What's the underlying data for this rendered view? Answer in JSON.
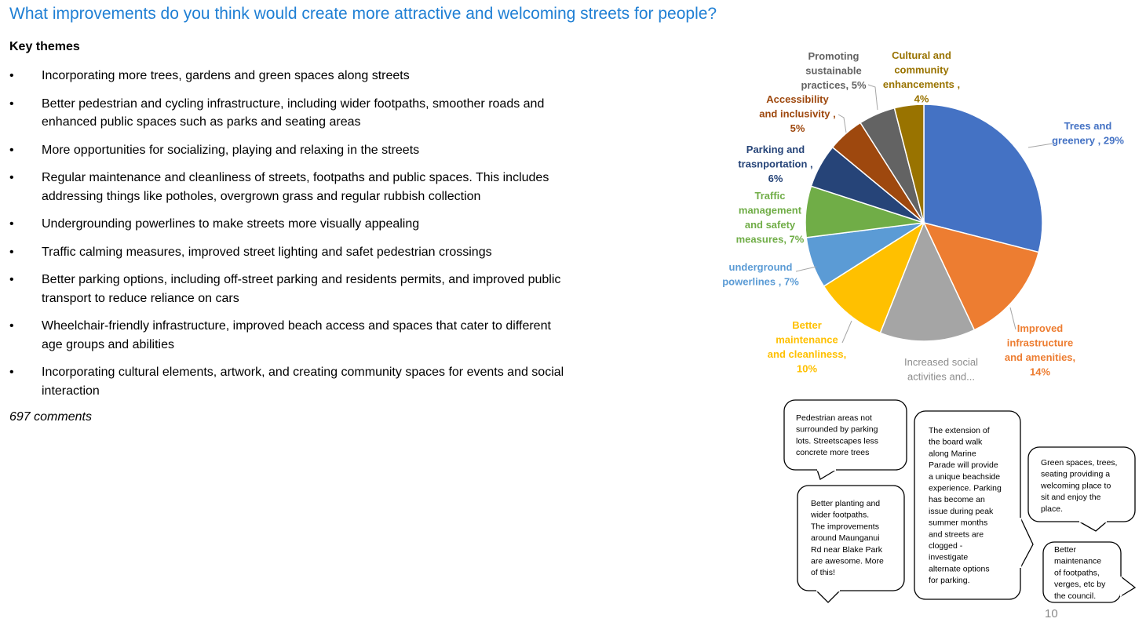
{
  "title": "What improvements do you think would create more attractive and welcoming streets for people?",
  "section_heading": "Key themes",
  "bullet": "•",
  "themes": [
    [
      "Incorporating more trees, gardens and green spaces along streets"
    ],
    [
      "Better pedestrian and cycling infrastructure, including wider footpaths, smoother roads and",
      "enhanced public spaces such as parks and seating areas"
    ],
    [
      "More opportunities for socializing, playing and relaxing in the streets"
    ],
    [
      "Regular maintenance and cleanliness of streets, footpaths and public spaces. This includes",
      "addressing things like potholes, overgrown grass and regular rubbish collection"
    ],
    [
      "Undergrounding powerlines to make streets more visually appealing"
    ],
    [
      "Traffic calming measures, improved street lighting and safet pedestrian crossings"
    ],
    [
      "Better parking options, including off-street parking and residents permits, and improved public",
      "transport to reduce reliance on cars"
    ],
    [
      "Wheelchair-friendly infrastructure, improved beach access and spaces that cater to different",
      "age groups and abilities"
    ],
    [
      "Incorporating cultural elements, artwork, and creating community spaces for events and social",
      "interaction"
    ]
  ],
  "comment_count": "697 comments",
  "chart_data": {
    "type": "pie",
    "unit": "%",
    "slices": [
      {
        "label": "Trees and greenery",
        "value": 29,
        "color": "#4472c4",
        "label_lines": [
          "Trees and",
          "greenery , 29%"
        ]
      },
      {
        "label": "Improved infrastructure and amenities",
        "value": 14,
        "color": "#ed7d31",
        "label_lines": [
          "Improved",
          "infrastructure",
          "and amenities,",
          "14%"
        ]
      },
      {
        "label": "Increased social activities and...",
        "value": 13,
        "color": "#a5a5a5",
        "label_lines": [
          "Increased social",
          "activities and..."
        ]
      },
      {
        "label": "Better maintenance and cleanliness",
        "value": 10,
        "color": "#ffc000",
        "label_lines": [
          "Better",
          "maintenance",
          "and cleanliness,",
          "10%"
        ]
      },
      {
        "label": "underground powerlines",
        "value": 7,
        "color": "#5b9bd5",
        "label_lines": [
          "underground",
          "powerlines , 7%"
        ]
      },
      {
        "label": "Traffic management and safety measures",
        "value": 7,
        "color": "#70ad47",
        "label_lines": [
          "Traffic",
          "management",
          "and safety",
          "measures, 7%"
        ]
      },
      {
        "label": "Parking and trasnportation",
        "value": 6,
        "color": "#264478",
        "label_lines": [
          "Parking and",
          "trasnportation ,",
          "6%"
        ]
      },
      {
        "label": "Accessibility and inclusivity",
        "value": 5,
        "color": "#9e480e",
        "label_lines": [
          "Accessibility",
          "and inclusivity ,",
          "5%"
        ]
      },
      {
        "label": "Promoting sustainable practices",
        "value": 5,
        "color": "#636363",
        "label_lines": [
          "Promoting",
          "sustainable",
          "practices, 5%"
        ]
      },
      {
        "label": "Cultural and community enhancements",
        "value": 4,
        "color": "#997300",
        "label_lines": [
          "Cultural and",
          "community",
          "enhancements ,",
          "4%"
        ]
      }
    ]
  },
  "quotes": [
    [
      "Pedestrian areas not",
      "surrounded by parking",
      "lots. Streetscapes less",
      "concrete more trees"
    ],
    [
      "Better planting and",
      "wider footpaths.",
      "The improvements",
      "around Maunganui",
      "Rd near Blake Park",
      "are awesome. More",
      "of this!"
    ],
    [
      "The extension of",
      "the board walk",
      "along Marine",
      "Parade will provide",
      "a unique beachside",
      "experience.  Parking",
      "has become an",
      "issue during peak",
      "summer months",
      "and streets are",
      "clogged -",
      "investigate",
      "alternate options",
      "for parking."
    ],
    [
      "Green spaces, trees,",
      "seating providing a",
      "welcoming place to",
      "sit and enjoy the",
      "place."
    ],
    [
      "Better",
      "maintenance",
      "of footpaths,",
      "verges, etc by",
      "the council."
    ]
  ],
  "page_number": "10"
}
